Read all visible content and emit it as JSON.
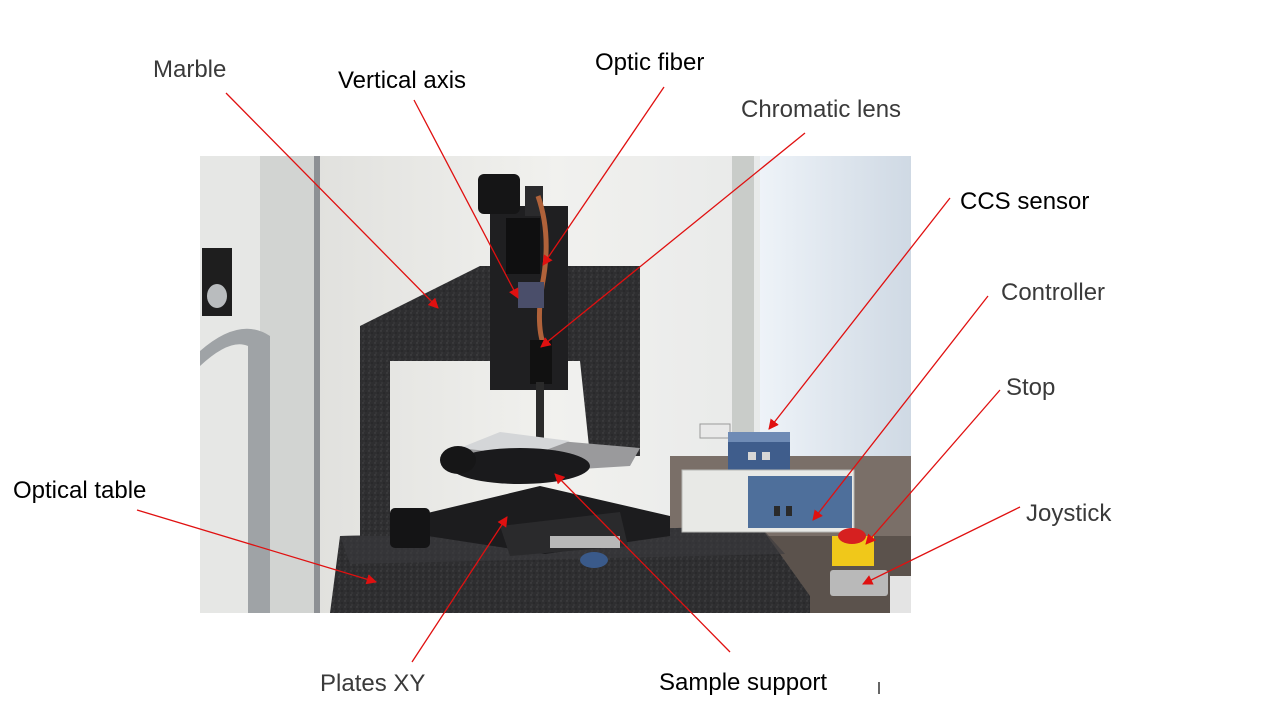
{
  "labels": {
    "marble": "Marble",
    "vertical_axis": "Vertical axis",
    "optic_fiber": "Optic fiber",
    "chromatic_lens": "Chromatic lens",
    "ccs_sensor": "CCS sensor",
    "controller": "Controller",
    "stop": "Stop",
    "joystick": "Joystick",
    "optical_table": "Optical table",
    "plates_xy": "Plates XY",
    "sample_support": "Sample support"
  },
  "colors": {
    "arrow": "#e01010",
    "granite": "#2c2c2e",
    "background": "#ffffff"
  }
}
